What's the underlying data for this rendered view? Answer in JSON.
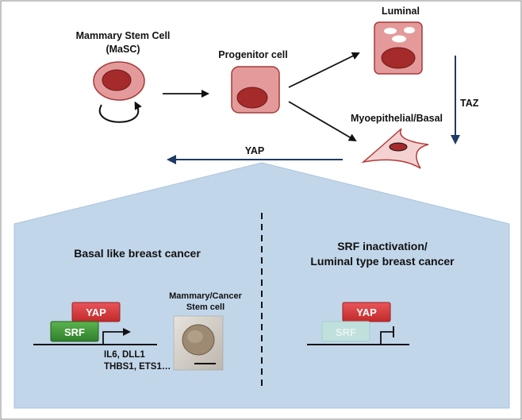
{
  "top": {
    "masc_title_line1": "Mammary Stem Cell",
    "masc_title_line2": "(MaSC)",
    "progenitor_label": "Progenitor cell",
    "luminal_label": "Luminal",
    "myo_label": "Myoepithelial/Basal",
    "taz_label": "TAZ",
    "yap_arrow_label": "YAP"
  },
  "left_panel": {
    "title": "Basal like breast cancer",
    "yap_box": "YAP",
    "srf_box": "SRF",
    "targets_line1": "IL6, DLL1",
    "targets_line2": "THBS1, ETS1…",
    "stem_label_line1": "Mammary/Cancer",
    "stem_label_line2": "Stem cell"
  },
  "right_panel": {
    "title_line1": "SRF inactivation/",
    "title_line2": "Luminal type breast cancer",
    "yap_box": "YAP",
    "srf_box": "SRF"
  },
  "colors": {
    "cell_fill": "#e49a9a",
    "nucleus_fill": "#a52a2a",
    "yap_red": "#d83a3a",
    "srf_green": "#3f9a3a",
    "srf_faded": "#bfe0dd",
    "panel_blue": "#c2d6ea",
    "arrow_navy": "#1f3a66"
  }
}
